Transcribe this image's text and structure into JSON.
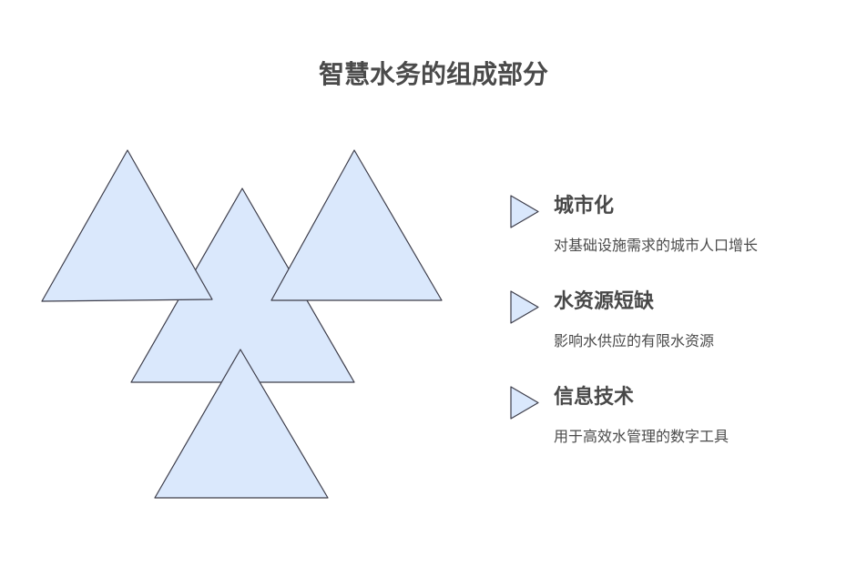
{
  "title": "智慧水务的组成部分",
  "colors": {
    "shape_fill": "#dae8fc",
    "shape_stroke": "#3d3d4a",
    "text": "#484848"
  },
  "items": [
    {
      "heading": "城市化",
      "description": "对基础设施需求的城市人口增长",
      "icon": "triangle-right-icon"
    },
    {
      "heading": "水资源短缺",
      "description": "影响水供应的有限水资源",
      "icon": "triangle-right-icon"
    },
    {
      "heading": "信息技术",
      "description": "用于高效水管理的数字工具",
      "icon": "triangle-right-icon"
    }
  ]
}
